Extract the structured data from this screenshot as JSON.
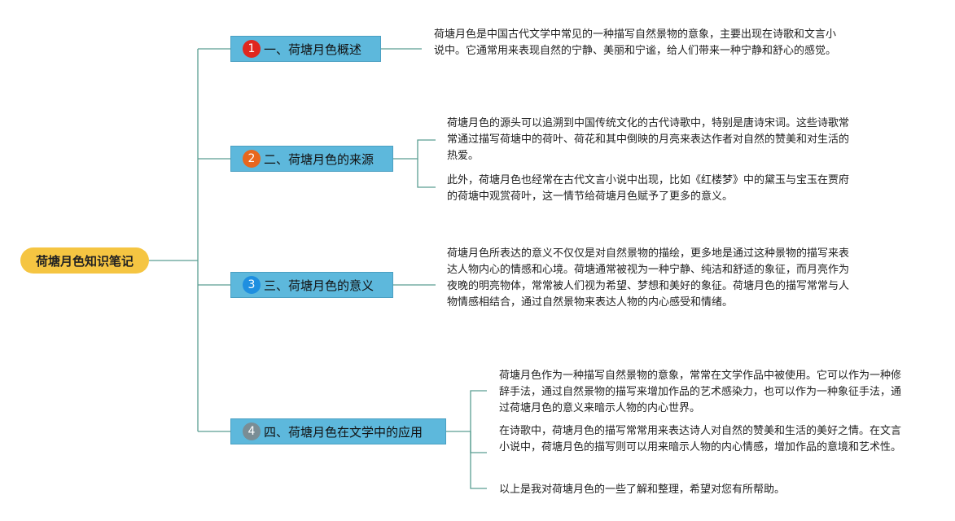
{
  "root": {
    "label": "荷塘月色知识笔记"
  },
  "topics": [
    {
      "num": "1",
      "color": "#e0271f",
      "label": "一、荷塘月色概述",
      "notes": [
        "荷塘月色是中国古代文学中常见的一种描写自然景物的意象，主要出现在诗歌和文言小说中。它通常用来表现自然的宁静、美丽和宁谧，给人们带来一种宁静和舒心的感觉。"
      ]
    },
    {
      "num": "2",
      "color": "#e8671e",
      "label": "二、荷塘月色的来源",
      "notes": [
        "荷塘月色的源头可以追溯到中国传统文化的古代诗歌中，特别是唐诗宋词。这些诗歌常常通过描写荷塘中的荷叶、荷花和其中倒映的月亮来表达作者对自然的赞美和对生活的热爱。",
        "此外，荷塘月色也经常在古代文言小说中出现，比如《红楼梦》中的黛玉与宝玉在贾府的荷塘中观赏荷叶，这一情节给荷塘月色赋予了更多的意义。"
      ]
    },
    {
      "num": "3",
      "color": "#1f8fe0",
      "label": "三、荷塘月色的意义",
      "notes": [
        "荷塘月色所表达的意义不仅仅是对自然景物的描绘，更多地是通过这种景物的描写来表达人物内心的情感和心境。荷塘通常被视为一种宁静、纯洁和舒适的象征，而月亮作为夜晚的明亮物体，常常被人们视为希望、梦想和美好的象征。荷塘月色的描写常常与人物情感相结合，通过自然景物来表达人物的内心感受和情绪。"
      ]
    },
    {
      "num": "4",
      "color": "#7a8d95",
      "label": "四、荷塘月色在文学中的应用",
      "notes": [
        "荷塘月色作为一种描写自然景物的意象，常常在文学作品中被使用。它可以作为一种修辞手法，通过自然景物的描写来增加作品的艺术感染力，也可以作为一种象征手法，通过荷塘月色的意义来暗示人物的内心世界。",
        "在诗歌中，荷塘月色的描写常常用来表达诗人对自然的赞美和生活的美好之情。在文言小说中，荷塘月色的描写则可以用来暗示人物的内心情感，增加作品的意境和艺术性。",
        "以上是我对荷塘月色的一些了解和整理，希望对您有所帮助。"
      ]
    }
  ]
}
